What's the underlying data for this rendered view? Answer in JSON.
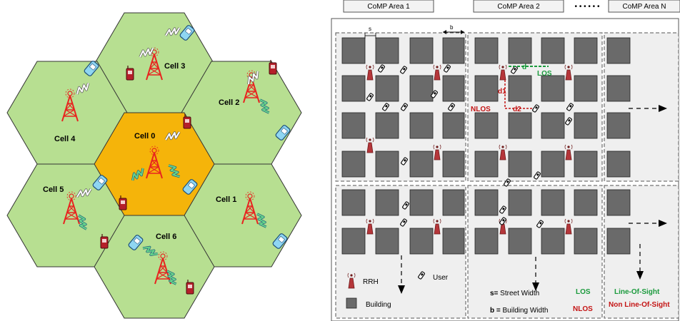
{
  "cells": [
    {
      "label": "Cell 0",
      "fill": "#f5b40a"
    },
    {
      "label": "Cell 1",
      "fill": "#b7df91"
    },
    {
      "label": "Cell 2",
      "fill": "#b7df91"
    },
    {
      "label": "Cell 3",
      "fill": "#b7df91"
    },
    {
      "label": "Cell 4",
      "fill": "#b7df91"
    },
    {
      "label": "Cell 5",
      "fill": "#b7df91"
    },
    {
      "label": "Cell 6",
      "fill": "#b7df91"
    }
  ],
  "comp_areas": {
    "area1": "CoMP Area 1",
    "area2": "CoMP Area 2",
    "ellipsis": "• • • • • •",
    "areaN": "CoMP Area N"
  },
  "dimensions": {
    "s": "s",
    "b": "b"
  },
  "annotations": {
    "d": "d",
    "d1": "d1",
    "d2": "d2",
    "los": "LOS",
    "nlos": "NLOS"
  },
  "legend": {
    "rrh": "RRH",
    "user": "User",
    "building": "Building",
    "s_key": "s=",
    "s_desc": " Street Width",
    "b_key": "b =",
    "b_desc": " Building Width",
    "los": "LOS",
    "nlos": "NLOS",
    "los_desc": "Line-Of-Sight",
    "nlos_desc": "Non Line-Of-Sight"
  },
  "colors": {
    "building": "#6a6a6a",
    "area_bg": "#efefef",
    "tower_red": "#e8231f",
    "rrh_body": "#b5363a",
    "los_green": "#1a9a3c",
    "nlos_red": "#c41414"
  }
}
